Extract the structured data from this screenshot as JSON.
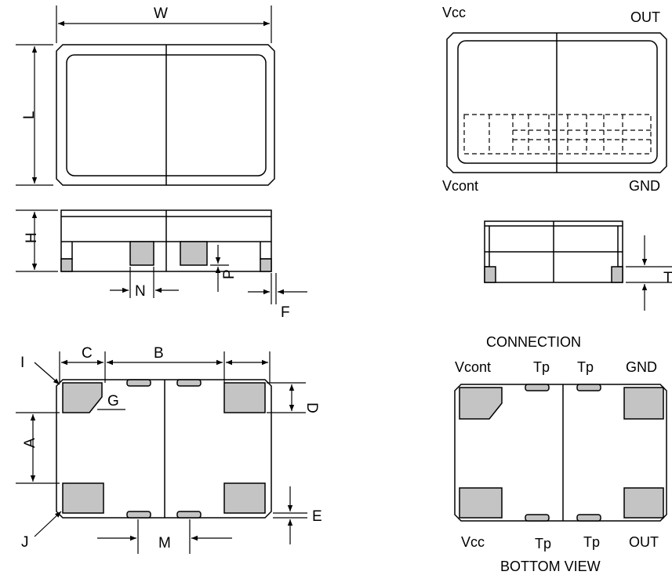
{
  "dimensions": {
    "W": "W",
    "L": "L",
    "H": "H",
    "N": "N",
    "P": "P",
    "F": "F",
    "T": "T",
    "C": "C",
    "B": "B",
    "I": "I",
    "G": "G",
    "D": "D",
    "A": "A",
    "J": "J",
    "E": "E",
    "M": "M"
  },
  "top_view_pins": {
    "top_left": "Vcc",
    "top_right": "OUT",
    "bottom_left": "Vcont",
    "bottom_right": "GND"
  },
  "connection": {
    "title": "CONNECTION",
    "top": [
      "Vcont",
      "Tp",
      "Tp",
      "GND"
    ],
    "bottom": [
      "Vcc",
      "Tp",
      "Tp",
      "OUT"
    ],
    "caption": "BOTTOM VIEW"
  },
  "colors": {
    "stroke": "#000000",
    "pad": "#c4c4c4",
    "background": "#ffffff"
  }
}
